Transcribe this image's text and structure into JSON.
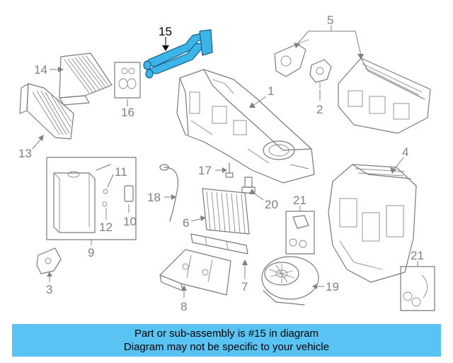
{
  "diagram": {
    "callouts": [
      "15",
      "5",
      "14",
      "1",
      "16",
      "2",
      "13",
      "4",
      "11",
      "17",
      "18",
      "20",
      "21",
      "6",
      "12",
      "10",
      "9",
      "3",
      "7",
      "19",
      "21",
      "8"
    ]
  },
  "banner": {
    "line1": "Part or sub-assembly is #15 in diagram",
    "line2": "Diagram may not be specific to your vehicle",
    "color": "#59c4f3"
  },
  "highlight": {
    "part": "15",
    "color": "#3bb4e8"
  }
}
